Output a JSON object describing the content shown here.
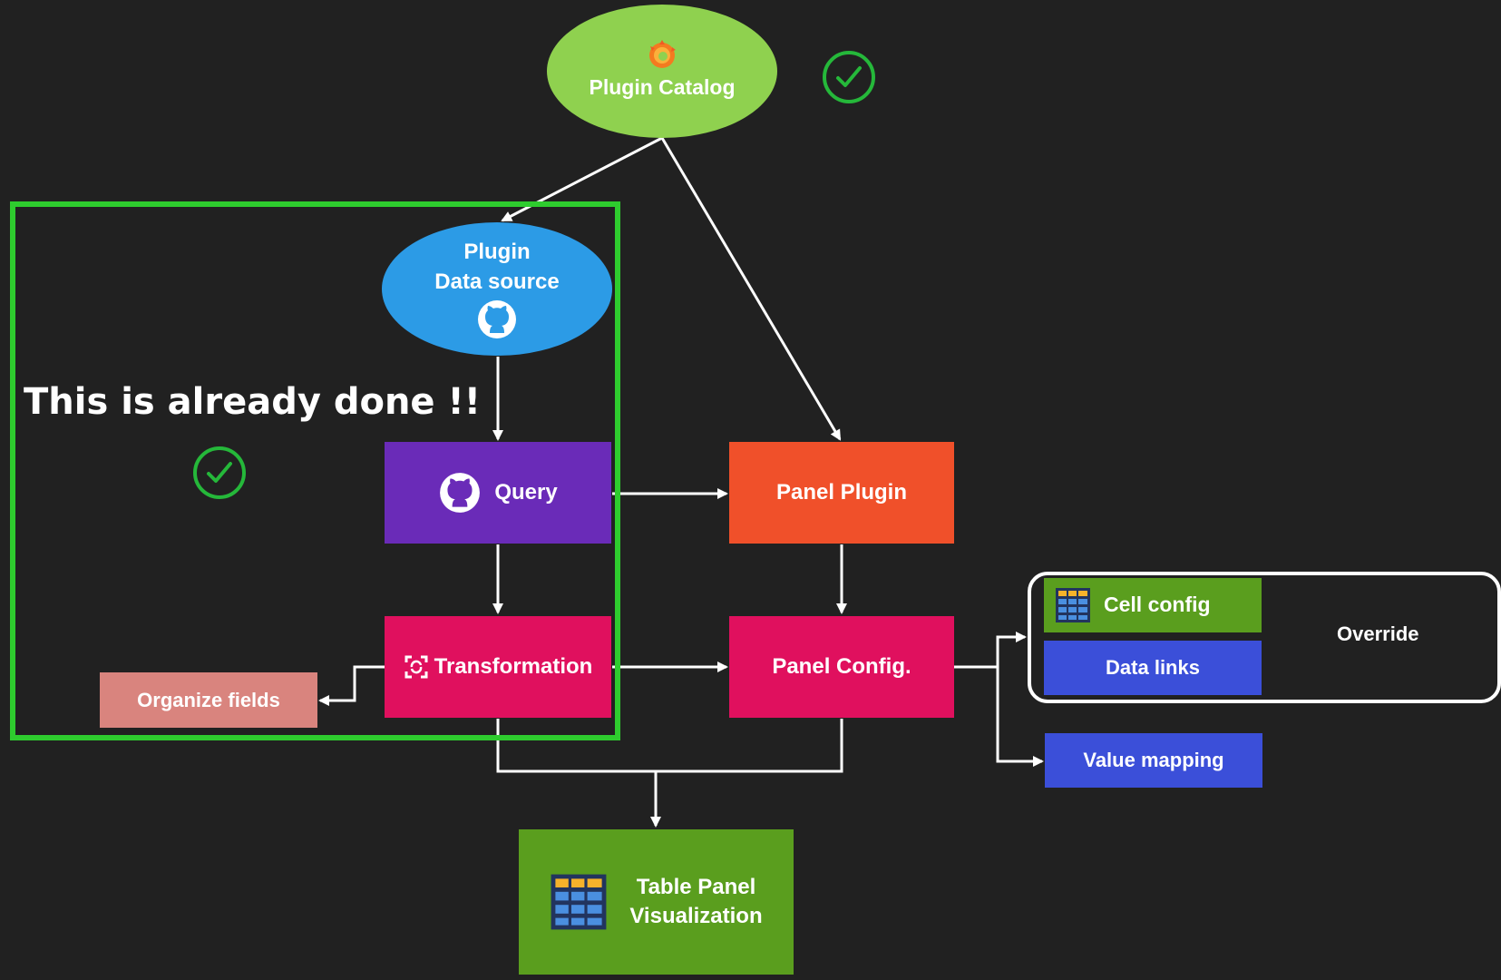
{
  "diagram": {
    "nodes": {
      "plugin_catalog": "Plugin Catalog",
      "plugin_datasource_line1": "Plugin",
      "plugin_datasource_line2": "Data source",
      "query": "Query",
      "panel_plugin": "Panel Plugin",
      "transformation": "Transformation",
      "panel_config": "Panel Config.",
      "organize_fields": "Organize fields",
      "cell_config": "Cell config",
      "data_links": "Data links",
      "override": "Override",
      "value_mapping": "Value mapping",
      "table_panel_line1": "Table Panel",
      "table_panel_line2": "Visualization"
    },
    "annotation": "This is already done !!",
    "colors": {
      "background": "#212121",
      "plugin_catalog": "#8fd14f",
      "plugin_datasource": "#2c9be6",
      "query": "#6a2bb8",
      "panel_plugin": "#f0502a",
      "transformation": "#e0105e",
      "panel_config": "#e0105e",
      "organize_fields": "#d9847e",
      "cell_config": "#5a9e1e",
      "data_links": "#3b4fd9",
      "value_mapping": "#3b4fd9",
      "table_panel": "#5a9e1e",
      "done_frame": "#2ecc2e",
      "check": "#25b83a"
    },
    "icons": [
      "grafana-logo-icon",
      "github-icon",
      "transform-icon",
      "table-icon",
      "check-icon"
    ]
  }
}
